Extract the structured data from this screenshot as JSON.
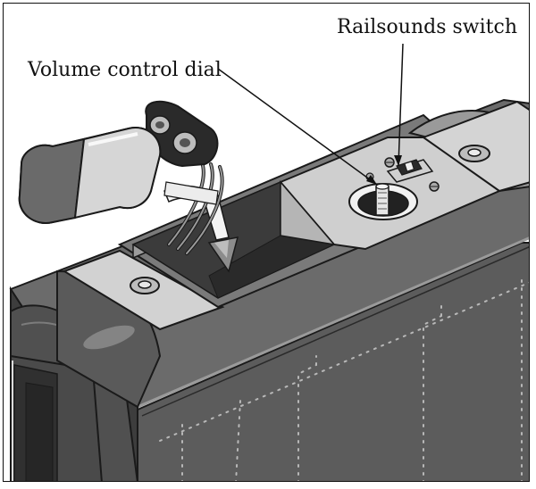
{
  "labels": {
    "railsounds_switch": "Railsounds switch",
    "volume_control_dial": "Volume control dial"
  },
  "colors": {
    "body_dark": "#5b5b5b",
    "body_mid": "#7a7a7a",
    "panel_light": "#c9c9c9",
    "panel_top": "#d9d9d9",
    "outline": "#1a1a1a",
    "rivet": "#bdbdbd"
  },
  "components": [
    "locomotive-body",
    "battery-compartment",
    "battery-9v",
    "battery-clip-connector",
    "volume-control-dial",
    "railsounds-switch",
    "insertion-arrow",
    "mounting-screws"
  ]
}
